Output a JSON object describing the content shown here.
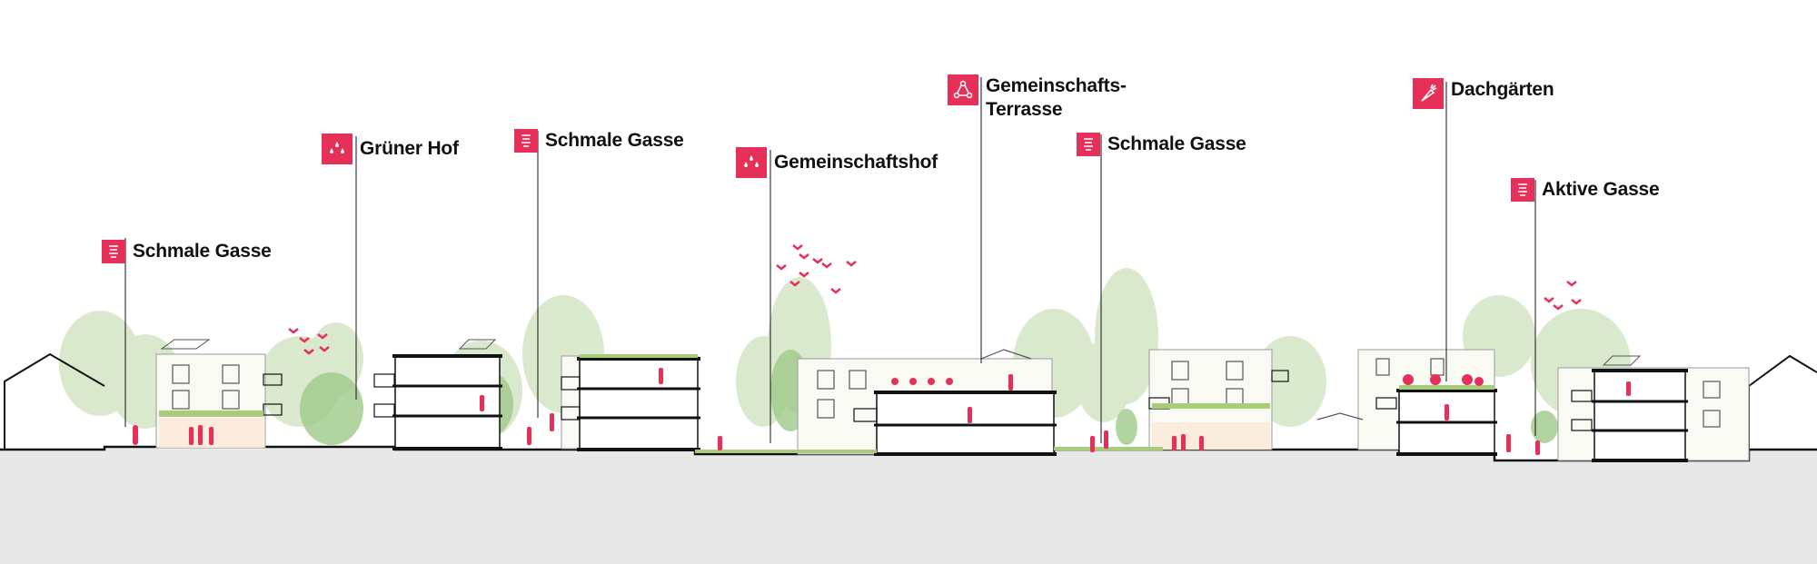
{
  "colors": {
    "accent": "#e5305a",
    "tree": "#cfe3bf",
    "ground": "#e8e8e8",
    "line": "#111111"
  },
  "labels": [
    {
      "id": "schmale-gasse-1",
      "icon": "alley-icon",
      "lines": [
        "Schmale Gasse"
      ]
    },
    {
      "id": "gruener-hof",
      "icon": "rain-drops-icon",
      "lines": [
        "Grüner Hof"
      ]
    },
    {
      "id": "schmale-gasse-2",
      "icon": "alley-icon",
      "lines": [
        "Schmale Gasse"
      ]
    },
    {
      "id": "gemeinschaftshof",
      "icon": "rain-drops-icon",
      "lines": [
        "Gemeinschaftshof"
      ]
    },
    {
      "id": "gemeinschafts-terrasse",
      "icon": "community-network-icon",
      "lines": [
        "Gemeinschafts-",
        "Terrasse"
      ]
    },
    {
      "id": "schmale-gasse-3",
      "icon": "alley-icon",
      "lines": [
        "Schmale Gasse"
      ]
    },
    {
      "id": "dachgaerten",
      "icon": "carrot-icon",
      "lines": [
        "Dachgärten"
      ]
    },
    {
      "id": "aktive-gasse",
      "icon": "alley-icon",
      "lines": [
        "Aktive Gasse"
      ]
    }
  ]
}
